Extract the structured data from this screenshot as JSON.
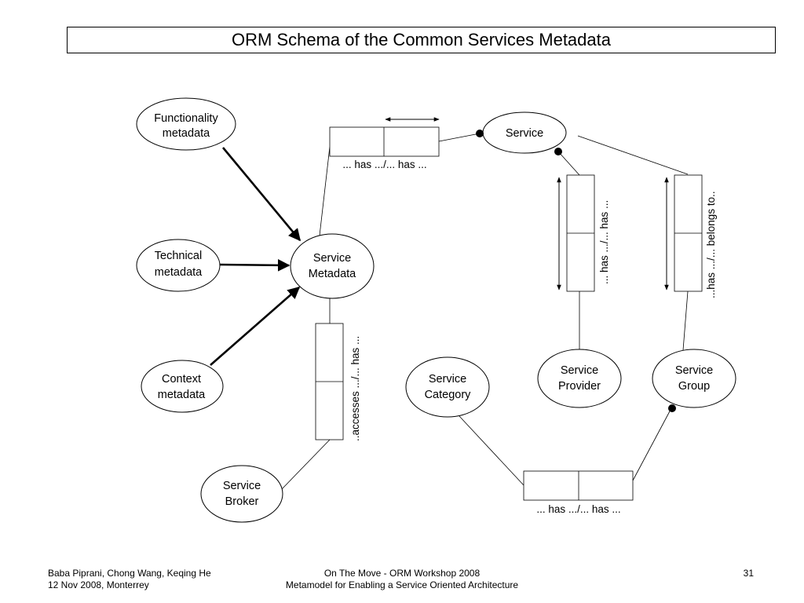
{
  "title": "ORM Schema of the Common Services Metadata",
  "entities": {
    "functionality_metadata": [
      "Functionality",
      "metadata"
    ],
    "technical_metadata": [
      "Technical",
      "metadata"
    ],
    "context_metadata": [
      "Context",
      "metadata"
    ],
    "service_metadata": [
      "Service",
      "Metadata"
    ],
    "service_broker": [
      "Service",
      "Broker"
    ],
    "service": [
      "Service"
    ],
    "service_category": [
      "Service",
      "Category"
    ],
    "service_provider": [
      "Service",
      "Provider"
    ],
    "service_group": [
      "Service",
      "Group"
    ]
  },
  "fact_types": {
    "service_has_metadata": "... has .../... has ...",
    "metadata_accessed_by_broker": "..accesses .../... has ...",
    "service_has_provider": "... has .../... has ...",
    "service_belongs_to_group": "...has .../... belongs to..",
    "category_has_group": "... has .../... has ..."
  },
  "footer": {
    "authors": "Baba Piprani, Chong Wang, Keqing He",
    "date_place": "12 Nov 2008, Monterrey",
    "event": "On The Move - ORM Workshop 2008",
    "subtitle": "Metamodel for Enabling a Service Oriented Architecture",
    "page_number": "31"
  }
}
